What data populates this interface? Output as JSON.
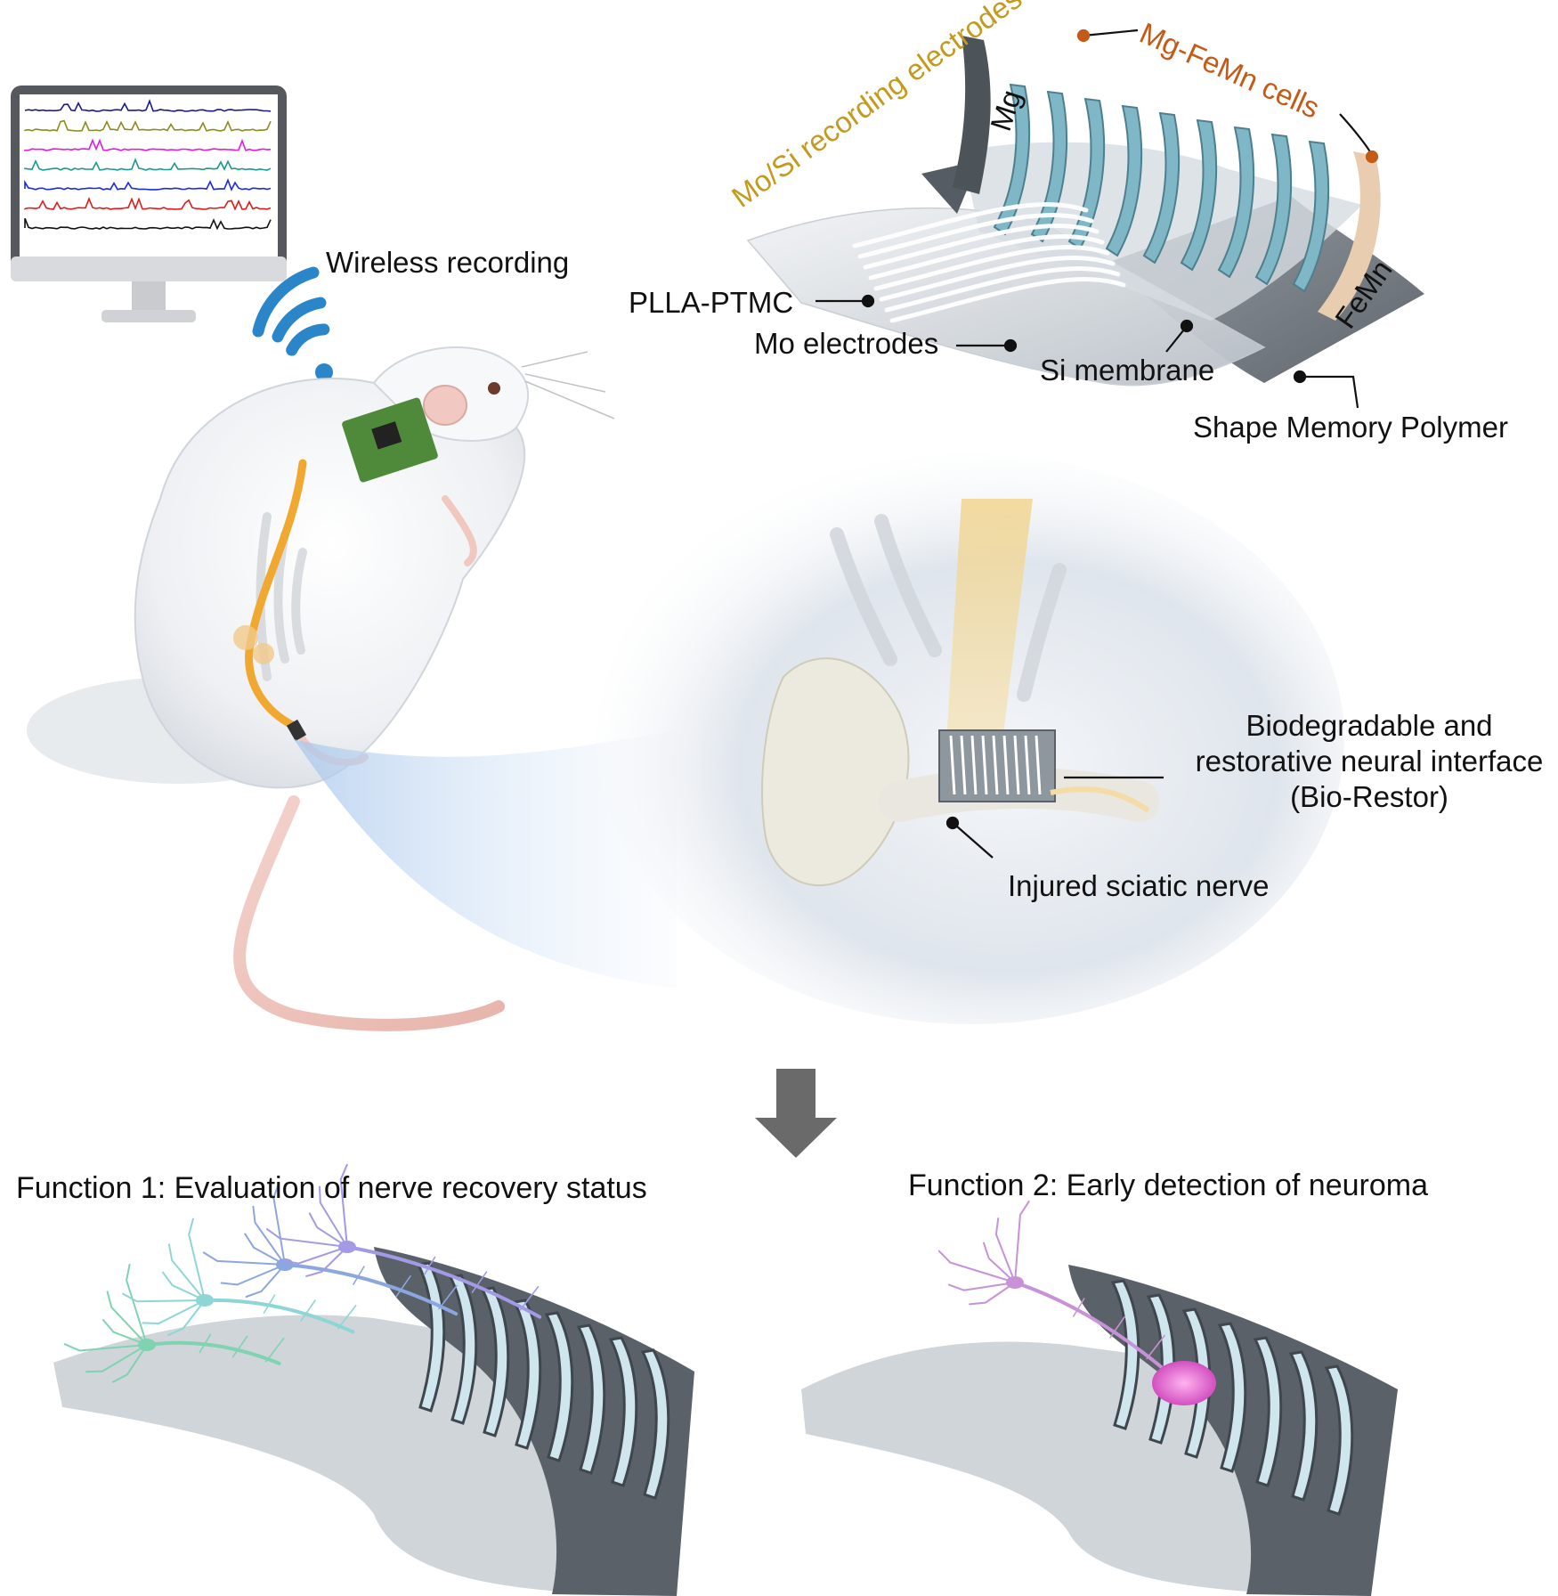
{
  "labels": {
    "wireless_recording": "Wireless recording",
    "mo_si_recording_electrodes": "Mo/Si recording electrodes",
    "mg": "Mg",
    "mg_femn_cells": "Mg-FeMn cells",
    "femn": "FeMn",
    "plla_ptmc": "PLLA-PTMC",
    "mo_electrodes": "Mo electrodes",
    "si_membrane": "Si membrane",
    "shape_memory_polymer": "Shape Memory Polymer",
    "bio_restor_line1": "Biodegradable and",
    "bio_restor_line2": "restorative neural interface",
    "bio_restor_line3": "(Bio-Restor)",
    "injured_sciatic_nerve": "Injured sciatic nerve"
  },
  "functions": {
    "function1": "Function 1: Evaluation of nerve recovery status",
    "function2": "Function 2: Early detection of neuroma"
  },
  "colors": {
    "orange_label": "#c45a16",
    "gold_label": "#c49a1c",
    "wifi_blue": "#2a86c9",
    "arrow_gray": "#6a6a6a",
    "signal_traces": [
      "#1a1a8c",
      "#8c8c1a",
      "#e21ae2",
      "#1a9a8c",
      "#1a2ae2",
      "#e21a1a",
      "#111111"
    ]
  },
  "icons": [
    "monitor-icon",
    "wifi-icon",
    "down-arrow-icon"
  ]
}
